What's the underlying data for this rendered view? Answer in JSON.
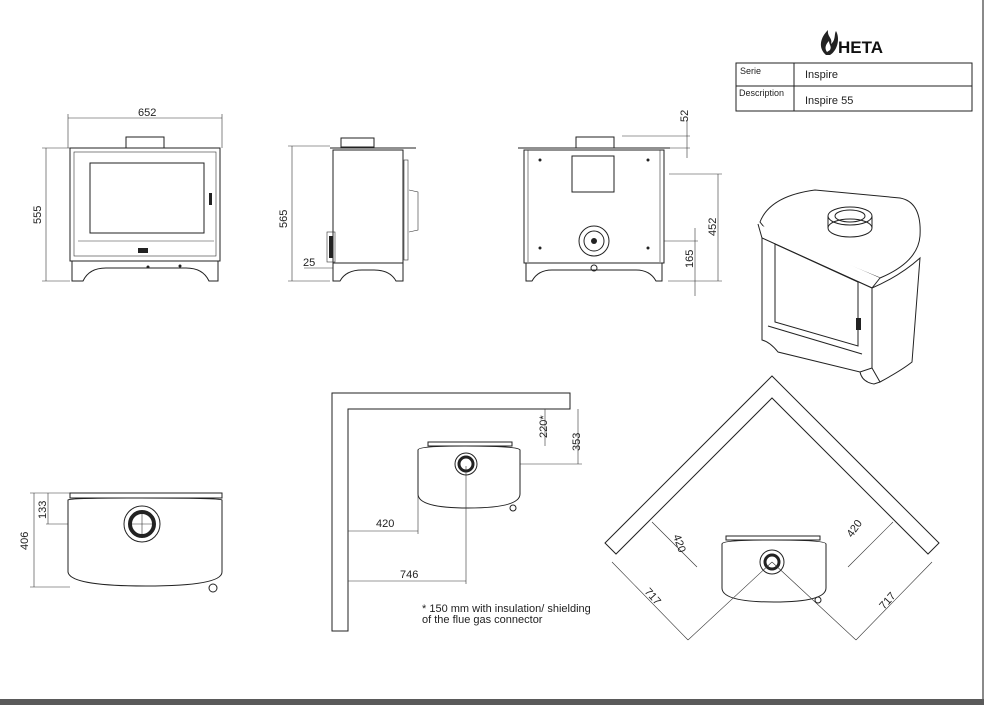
{
  "brand": {
    "name": "HETA"
  },
  "title_block": {
    "serie_label": "Serie",
    "serie_value": "Inspire",
    "description_label": "Description",
    "description_value": "Inspire 55"
  },
  "dimensions": {
    "front_width": "652",
    "front_height": "555",
    "side_height": "565",
    "side_offset": "25",
    "rear_top": "52",
    "rear_flue_height": "452",
    "rear_outlet_height": "165",
    "top_depth": "406",
    "top_flue_offset": "133",
    "wall_back": "220*",
    "wall_back_total": "353",
    "wall_side": "420",
    "wall_side_total": "746",
    "corner_left_offset": "420",
    "corner_right_offset": "420",
    "corner_left_total": "717",
    "corner_right_total": "717"
  },
  "note": {
    "line1": "* 150 mm with insulation/ shielding",
    "line2": "of the flue gas connector"
  },
  "colors": {
    "line": "#222222",
    "paper": "#ffffff",
    "frame": "#5a5a5a"
  }
}
